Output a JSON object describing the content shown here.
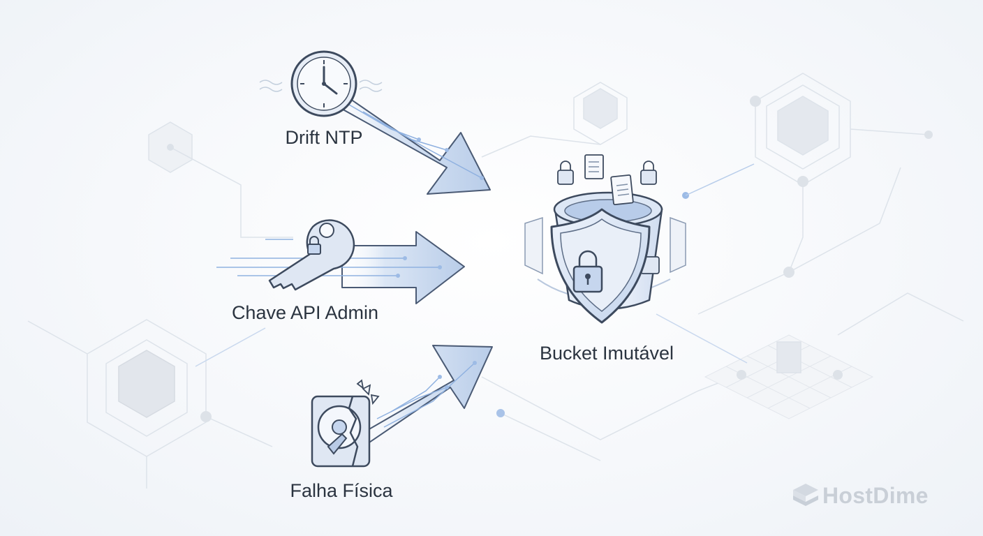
{
  "diagram": {
    "threats": [
      {
        "label": "Drift NTP",
        "icon": "clock-icon"
      },
      {
        "label": "Chave API Admin",
        "icon": "key-icon"
      },
      {
        "label": "Falha Física",
        "icon": "hard-drive-icon"
      }
    ],
    "target": {
      "label": "Bucket Imutável",
      "icon": "shield-bucket-icon"
    }
  },
  "brand": {
    "name": "HostDime",
    "icon": "hostdime-logo-icon"
  },
  "colors": {
    "arrow_fill": "#c7d6ec",
    "arrow_stroke": "#4a5a74",
    "icon_stroke": "#3d4a5e",
    "accent_blue": "#7fa6dc",
    "network_lines": "#dde3ea"
  }
}
